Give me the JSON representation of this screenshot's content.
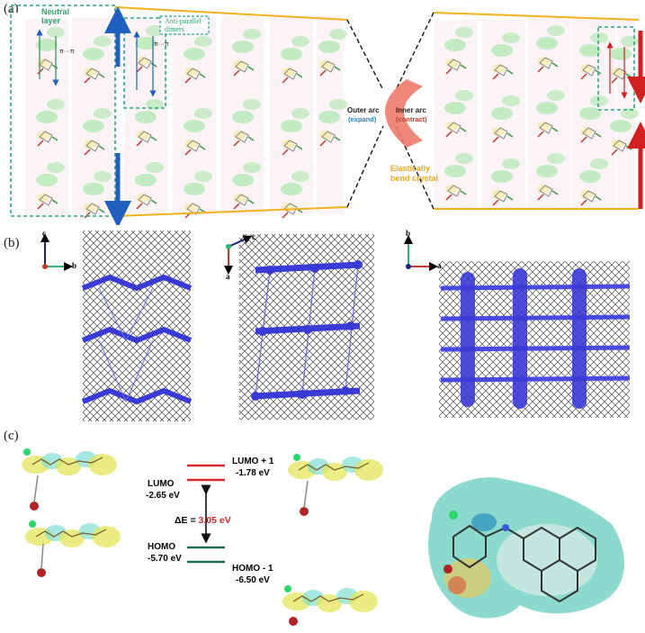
{
  "panel_labels": {
    "a": "(a)",
    "b": "(b)",
    "c": "(c)"
  },
  "panel_a": {
    "neutral_layer": "Neutral",
    "neutral_layer_2": "layer",
    "pi_pi": "π···π",
    "anti_parallel": "Anti-parallel",
    "anti_parallel_2": "dimers",
    "outer_arc": "Outer arc",
    "outer_arc_note": "(expand)",
    "inner_arc": "Inner arc",
    "inner_arc_note": "(contract)",
    "elastic": "Elastically",
    "elastic_2": "bend crystal",
    "colors": {
      "dashed": "#2aa889",
      "neutral_text": "#2ea36b",
      "gold": "#f2b21e",
      "blue_arrow": "#1f5fbf",
      "red_arrow": "#d21f1f",
      "arc": "#ee7a6c",
      "expand": "#2a7fbf",
      "contract": "#c0392b"
    }
  },
  "panel_b": {
    "axes_1": {
      "vertical": "c",
      "horizontal": "b"
    },
    "axes_2": {
      "vertical": "a",
      "horizontal": "c"
    },
    "axes_3": {
      "vertical": "b",
      "horizontal": "a"
    }
  },
  "panel_c": {
    "lumo_plus1": "LUMO + 1",
    "lumo_plus1_e": "-1.78 eV",
    "lumo": "LUMO",
    "lumo_e": "-2.65 eV",
    "gap_prefix": "ΔE = ",
    "gap_value": "3.05 eV",
    "homo": "HOMO",
    "homo_e": "-5.70 eV",
    "homo_minus1": "HOMO - 1",
    "homo_minus1_e": "-6.50 eV",
    "colors": {
      "lumo_line": "#d32a2a",
      "homo_line": "#1f6b50",
      "gap": "#d32a2a"
    }
  }
}
